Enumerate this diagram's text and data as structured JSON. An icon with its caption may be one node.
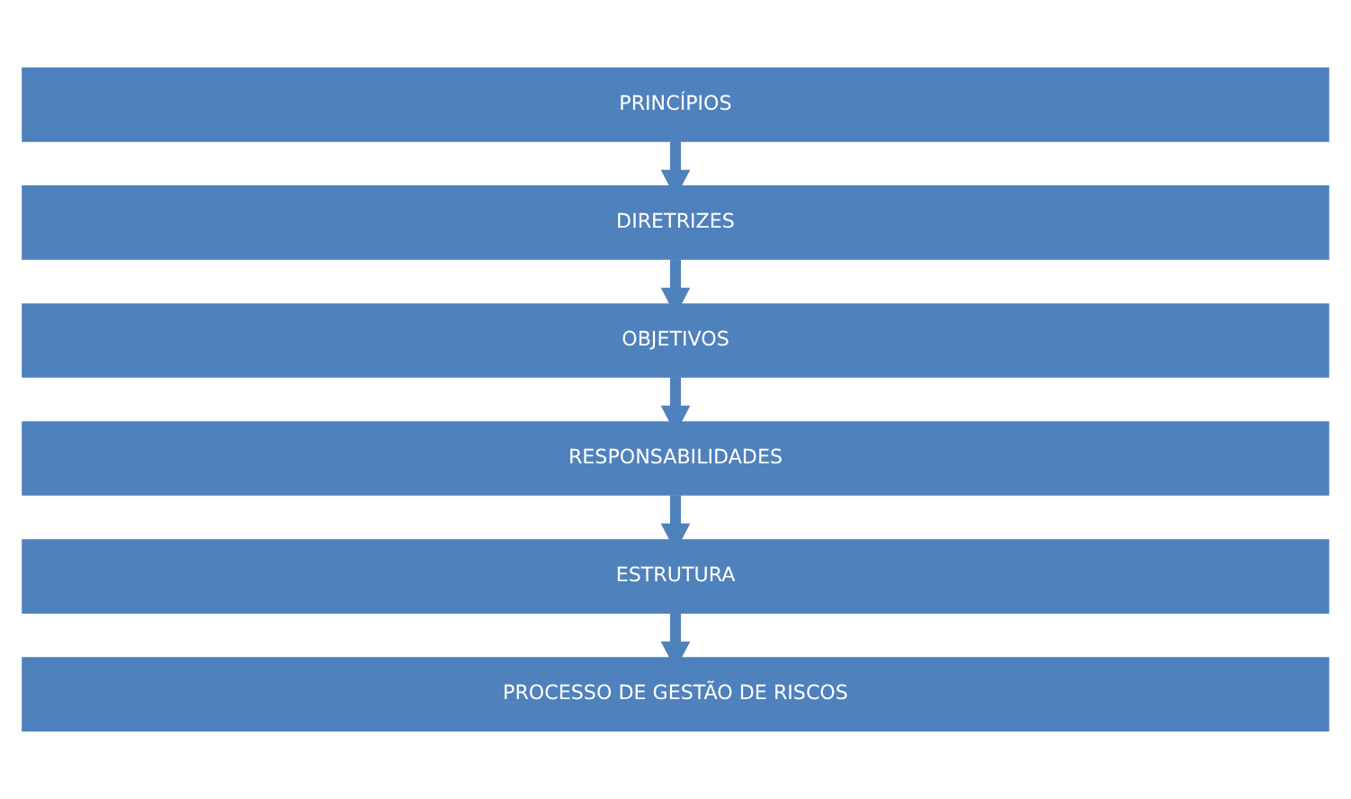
{
  "diagram": {
    "nodes": [
      {
        "text": [
          "PRINCÍPIOS"
        ]
      },
      {
        "text": [
          "DIRETRIZES"
        ]
      },
      {
        "text": [
          "OBJETIVOS"
        ]
      },
      {
        "text": [
          "RESPONSABILIDADES"
        ]
      },
      {
        "text": [
          "ESTRUTURA"
        ]
      },
      {
        "text": [
          "PROCESSO DE GESTÃO DE RISCOS"
        ]
      }
    ],
    "edges": [
      {
        "from": 0,
        "to": 1,
        "arrow": "to"
      },
      {
        "from": 1,
        "to": 2,
        "arrow": "to"
      },
      {
        "from": 2,
        "to": 3,
        "arrow": "to"
      },
      {
        "from": 3,
        "to": 4,
        "arrow": "to"
      },
      {
        "from": 4,
        "to": 5,
        "arrow": "to"
      }
    ]
  }
}
